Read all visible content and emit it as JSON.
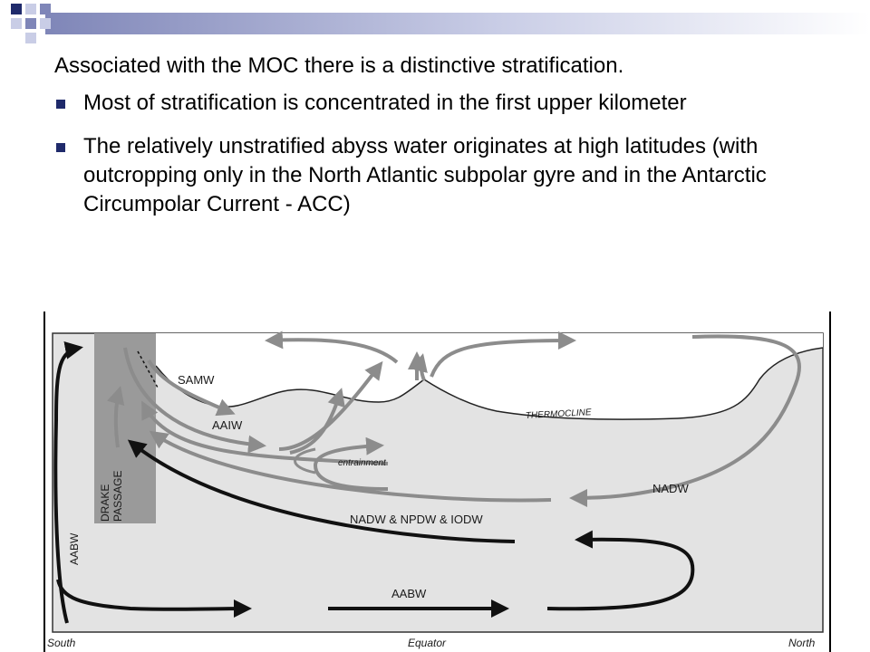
{
  "slide": {
    "lead": "Associated with the MOC there is a distinctive stratification.",
    "bullets": [
      "Most of stratification is concentrated in the first upper kilometer",
      "The relatively unstratified abyss water originates at high latitudes (with outcropping only in the North Atlantic subpolar gyre and in  the Antarctic Circumpolar Current - ACC)"
    ]
  },
  "diagram": {
    "water_masses": {
      "samw": "SAMW",
      "aaiw": "AAIW",
      "nadw": "NADW",
      "nadw_npdw_iodw": "NADW & NPDW & IODW",
      "aabw": "AABW",
      "aabw_side": "AABW"
    },
    "features": {
      "thermocline": "THERMOCLINE",
      "entrainment": "entrainment",
      "drake_line1": "DRAKE",
      "drake_line2": "PASSAGE"
    },
    "axis": {
      "south": "South",
      "equator": "Equator",
      "north": "North"
    }
  },
  "colors": {
    "bullet": "#1f2a6b",
    "deco_dark": "#1f2a6b",
    "deco_mid": "#7f86b8",
    "deco_light": "#c9cde6",
    "ocean": "#e3e3e3",
    "drake": "#9a9a9a",
    "grey_arrow": "#8c8c8c",
    "black_arrow": "#111111"
  }
}
